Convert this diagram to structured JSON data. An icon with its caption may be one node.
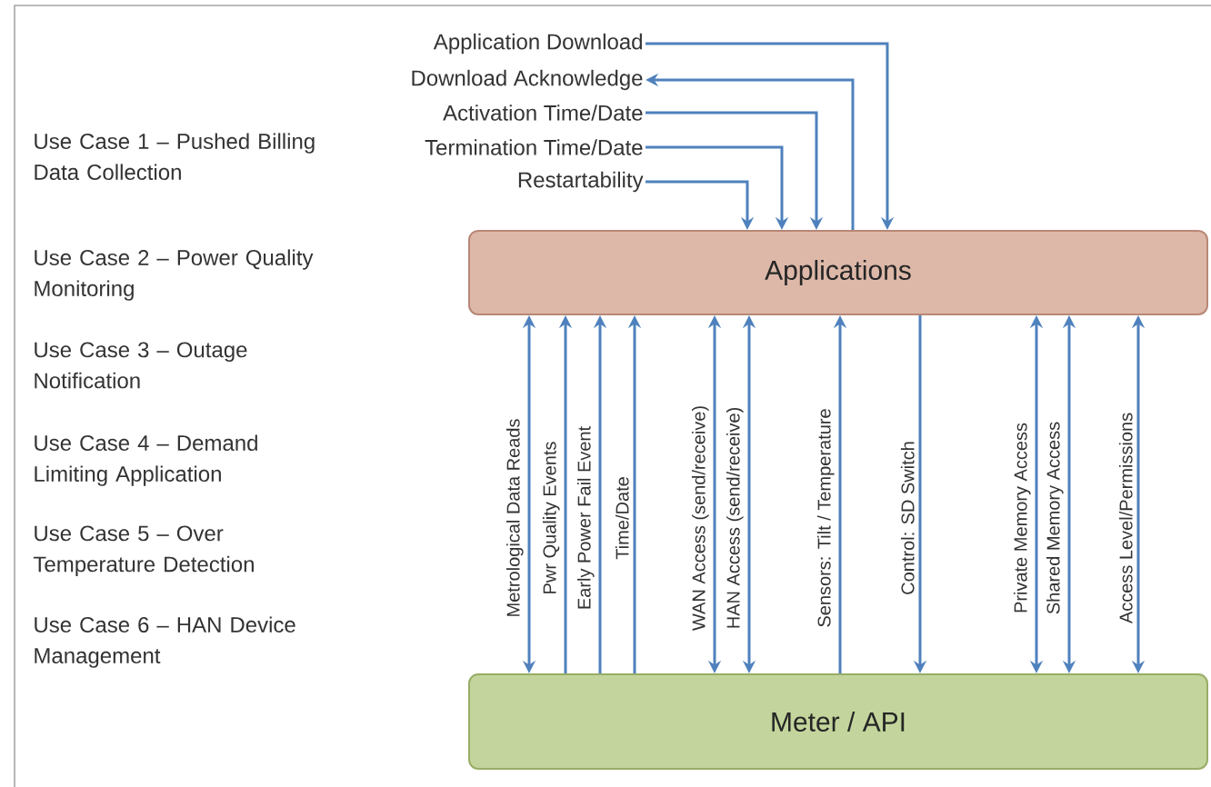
{
  "diagram": {
    "nodes": [
      {
        "text": [
          "Applications"
        ]
      },
      {
        "text": [
          "Meter /  API"
        ]
      },
      {
        "text": [
          "Application Download"
        ]
      },
      {
        "text": [
          "Download Acknowledge"
        ]
      },
      {
        "text": [
          "Activation Time/Date"
        ]
      },
      {
        "text": [
          "Termination Time/Date"
        ]
      },
      {
        "text": [
          "Restartability"
        ]
      }
    ],
    "edges": [
      {
        "from": 2,
        "to": 0,
        "arrow": "to"
      },
      {
        "from": 0,
        "to": 3,
        "arrow": "to"
      },
      {
        "from": 4,
        "to": 0,
        "arrow": "to"
      },
      {
        "from": 5,
        "to": 0,
        "arrow": "to"
      },
      {
        "from": 6,
        "to": 0,
        "arrow": "to"
      },
      {
        "from": 1,
        "to": 0,
        "arrow": "both",
        "label": "Metrological Data Reads"
      },
      {
        "from": 1,
        "to": 0,
        "arrow": "to",
        "label": "Pwr Quality Events"
      },
      {
        "from": 1,
        "to": 0,
        "arrow": "to",
        "label": "Early Power Fail Event"
      },
      {
        "from": 1,
        "to": 0,
        "arrow": "to",
        "label": "Time/Date"
      },
      {
        "from": 1,
        "to": 0,
        "arrow": "both",
        "label": "WAN Access (send/receive)"
      },
      {
        "from": 1,
        "to": 0,
        "arrow": "both",
        "label": "HAN Access (send/receive)"
      },
      {
        "from": 1,
        "to": 0,
        "arrow": "to",
        "label": "Sensors: Tilt / Temperature"
      },
      {
        "from": 0,
        "to": 1,
        "arrow": "to",
        "label": "Control: SD Switch"
      },
      {
        "from": 1,
        "to": 0,
        "arrow": "both",
        "label": "Private Memory Access"
      },
      {
        "from": 1,
        "to": 0,
        "arrow": "both",
        "label": "Shared Memory Access"
      },
      {
        "from": 1,
        "to": 0,
        "arrow": "both",
        "label": "Access Level/Permissions"
      }
    ],
    "labels": [
      "Use Case 1 – Pushed Billing Data Collection",
      "Use Case 2 – Power Quality Monitoring",
      "Use Case 3 – Outage Notification",
      "Use Case 4 – Demand Limiting Application",
      "Use Case 5 – Over Temperature Detection",
      "Use Case 6 – HAN Device Management"
    ]
  }
}
